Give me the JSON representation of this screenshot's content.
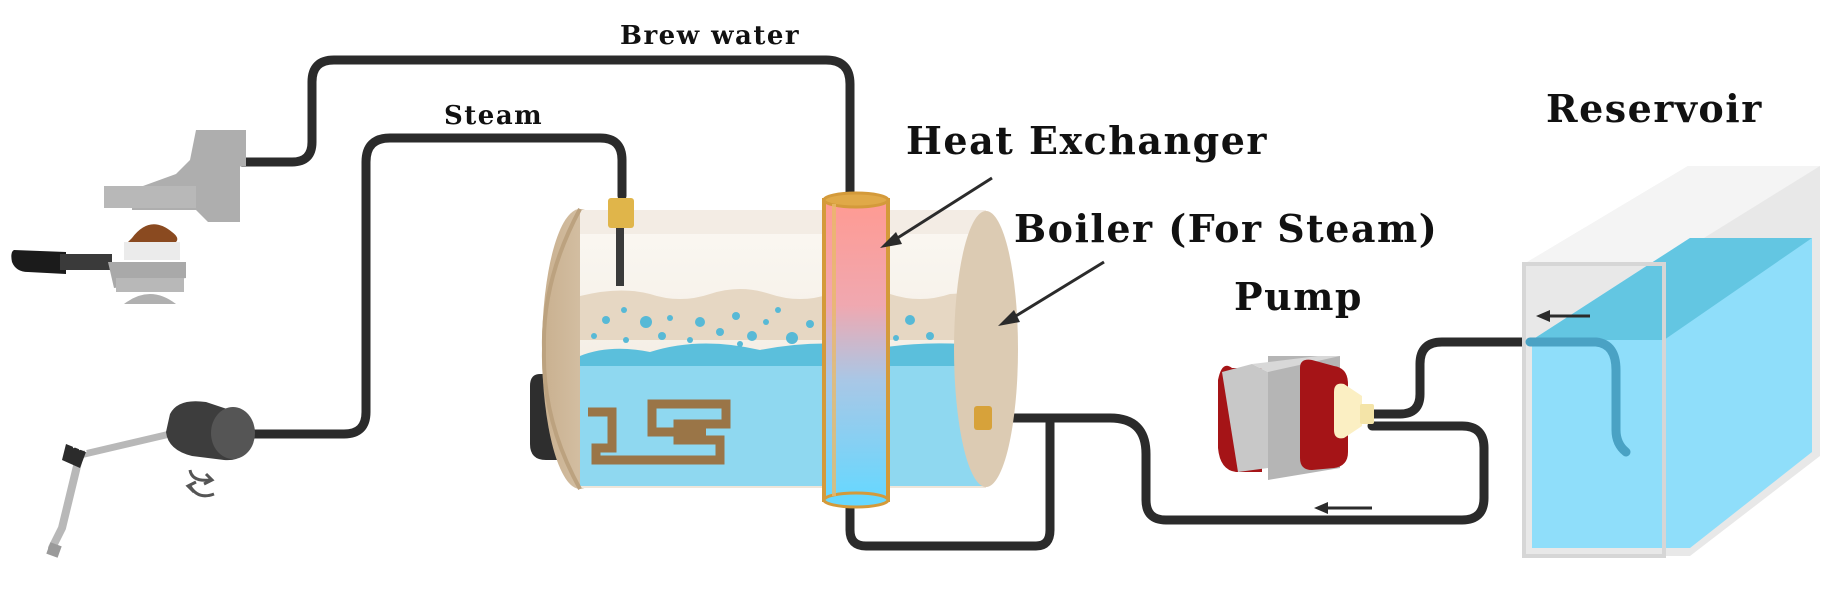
{
  "diagram": {
    "labels": {
      "brew_water": "Brew water",
      "steam": "Steam",
      "heat_exchanger": "Heat Exchanger",
      "boiler": "Boiler (For Steam)",
      "pump": "Pump",
      "reservoir": "Reservoir"
    },
    "colors": {
      "pipe": "#2b2b2b",
      "water": "#8fd8f0",
      "water_surface": "#5bbfdc",
      "boiler_shell": "#dccbb3",
      "heat_exchanger_hot": "#ff9a92",
      "heat_exchanger_cold": "#66d8ff",
      "heat_exchanger_rim": "#d49a3a",
      "pump_red": "#a51417",
      "pump_grey": "#c8c8c8",
      "fitting_brass": "#e0b54a",
      "reservoir_water": "#8fdefa",
      "coil": "#9a7547"
    },
    "icons": [
      "espresso-group-head-icon",
      "portafilter-icon",
      "steam-wand-icon",
      "steam-knob-icon",
      "heating-element-icon"
    ]
  }
}
